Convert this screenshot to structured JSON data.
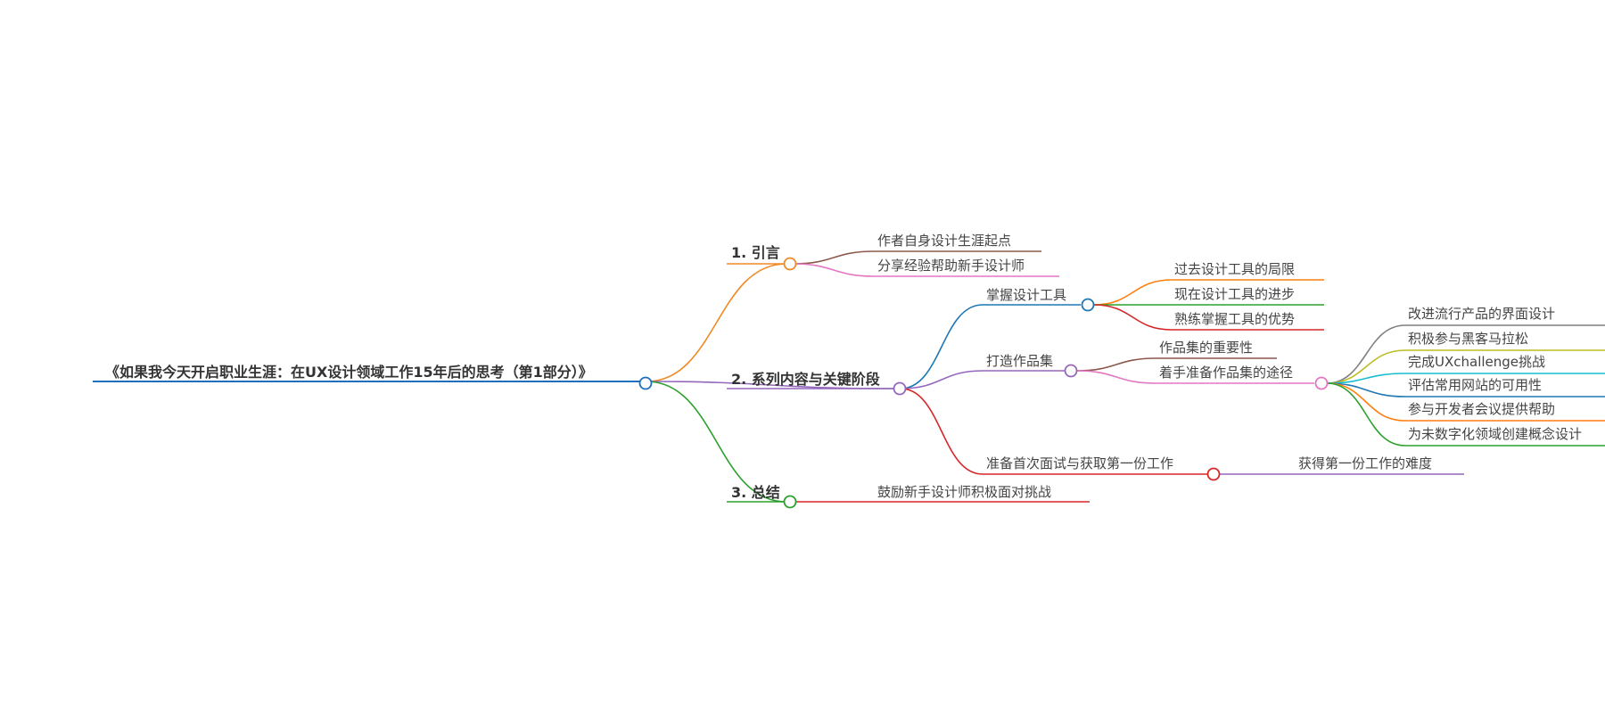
{
  "root": {
    "label": "《如果我今天开启职业生涯：在UX设计领域工作15年后的思考（第1部分）》",
    "color": "#1f6fbf"
  },
  "branches": [
    {
      "label": "1. 引言",
      "color": "#f08a24",
      "children": [
        {
          "label": "作者自身设计生涯起点",
          "color": "#8c5a4a"
        },
        {
          "label": "分享经验帮助新手设计师",
          "color": "#e377c2"
        }
      ]
    },
    {
      "label": "2. 系列内容与关键阶段",
      "color": "#9467bd",
      "children": [
        {
          "label": "掌握设计工具",
          "color": "#1f77b4",
          "children": [
            {
              "label": "过去设计工具的局限",
              "color": "#ff7f0e"
            },
            {
              "label": "现在设计工具的进步",
              "color": "#2ca02c"
            },
            {
              "label": "熟练掌握工具的优势",
              "color": "#d62728"
            }
          ]
        },
        {
          "label": "打造作品集",
          "color": "#9467bd",
          "children": [
            {
              "label": "作品集的重要性",
              "color": "#8c564b"
            },
            {
              "label": "着手准备作品集的途径",
              "color": "#e377c2",
              "children": [
                {
                  "label": "改进流行产品的界面设计",
                  "color": "#7f7f7f"
                },
                {
                  "label": "积极参与黑客马拉松",
                  "color": "#bcbd22"
                },
                {
                  "label": "完成UXchallenge挑战",
                  "color": "#17becf"
                },
                {
                  "label": "评估常用网站的可用性",
                  "color": "#1f77b4"
                },
                {
                  "label": "参与开发者会议提供帮助",
                  "color": "#ff7f0e"
                },
                {
                  "label": "为未数字化领域创建概念设计",
                  "color": "#2ca02c"
                }
              ]
            }
          ]
        },
        {
          "label": "准备首次面试与获取第一份工作",
          "color": "#d62728",
          "children": [
            {
              "label": "获得第一份工作的难度",
              "color": "#9467bd"
            }
          ]
        }
      ]
    },
    {
      "label": "3. 总结",
      "color": "#2ca02c",
      "children": [
        {
          "label": "鼓励新手设计师积极面对挑战",
          "color": "#d62728"
        }
      ]
    }
  ]
}
